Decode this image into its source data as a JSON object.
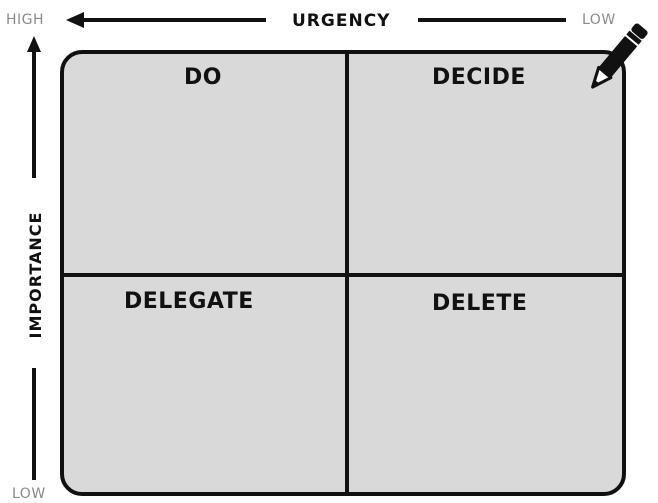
{
  "urgency_axis": {
    "high_label": "HIGH",
    "title": "URGENCY",
    "low_label": "LOW"
  },
  "importance_axis": {
    "title": "IMPORTANCE",
    "low_label": "LOW"
  },
  "quadrants": {
    "top_left": "DO",
    "top_right": "DECIDE",
    "bottom_left": "DELEGATE",
    "bottom_right": "DELETE"
  },
  "colors": {
    "ink": "#111111",
    "quadrant_fill": "#d9d9d9",
    "axis_muted_text": "#8a8a8a"
  },
  "icons": {
    "corner": "pencil-icon",
    "urgency_arrow": "arrow-left-icon",
    "importance_arrow": "arrow-up-icon"
  }
}
